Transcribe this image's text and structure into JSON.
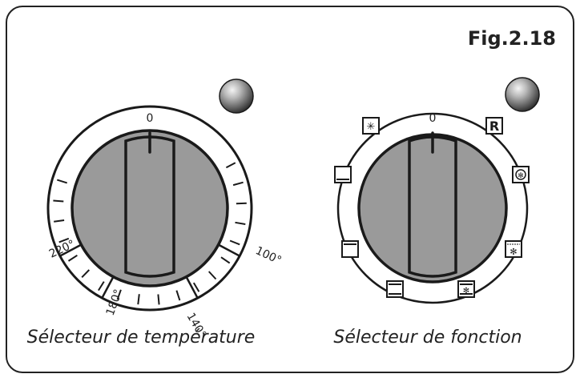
{
  "figure_label": "Fig.2.18",
  "temperature_selector": {
    "caption": "Sélecteur de température",
    "zero_label": "0",
    "scale_labels": [
      "100°",
      "140°",
      "180°",
      "220°"
    ]
  },
  "function_selector": {
    "caption": "Sélecteur de fonction",
    "zero_label": "0",
    "r_label": "R",
    "function_icons": [
      "defrost-icon",
      "reset-r-icon",
      "fan-icon",
      "top-grill-fan-icon",
      "bottom-fan-icon",
      "bottom-heat-icon",
      "top-heat-icon",
      "bottom-heat-only-icon"
    ]
  },
  "colors": {
    "knob_gray": "#9a9a9a",
    "stroke": "#1a1a1a",
    "panel_border": "#222222"
  }
}
